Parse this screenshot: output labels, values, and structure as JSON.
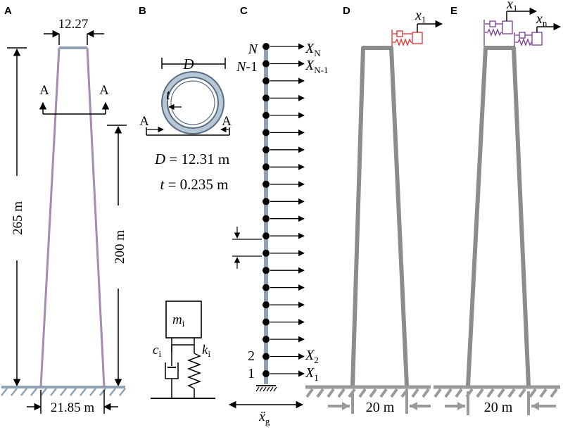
{
  "panels": {
    "a": {
      "letter": "A",
      "top_width": "12.27",
      "section_mark_left": "A",
      "section_mark_right": "A",
      "total_height": "265 m",
      "partial_height": "200 m",
      "base_width": "21.85 m"
    },
    "b": {
      "letter": "B",
      "diameter_symbol": "D",
      "thickness_symbol": "t",
      "section_mark_left": "A",
      "section_mark_right": "A",
      "diameter_eq_lhs": "D",
      "diameter_eq_rhs": " = 12.31 m",
      "thickness_eq_lhs": "t",
      "thickness_eq_rhs": " = 0.235 m",
      "mass_m": "m",
      "mass_sub": "i",
      "damper_c": "c",
      "damper_sub": "i",
      "spring_k": "k",
      "spring_sub": "i"
    },
    "c": {
      "letter": "C",
      "node_top_symbol": "N",
      "node_second_symbol": "N",
      "node_second_suffix": "-1",
      "node_2": "2",
      "node_1": "1",
      "force_top": "X",
      "force_top_sub": "N",
      "force_second": "X",
      "force_second_sub": "N-1",
      "force_2": "X",
      "force_2_sub": "2",
      "force_1": "X",
      "force_1_sub": "1",
      "ground_accel": "ẍ",
      "ground_accel_sub": "g"
    },
    "d": {
      "letter": "D",
      "disp_x": "x",
      "disp_sub": "1",
      "base_width": "20 m"
    },
    "e": {
      "letter": "E",
      "disp_1_x": "x",
      "disp_1_sub": "1",
      "disp_n_x": "x",
      "disp_n_sub": "n",
      "base_width": "20 m"
    }
  },
  "colors": {
    "tower_a": "#a58bb1",
    "tower_gray": "#8c8c8c",
    "ground": "#8fa3b5",
    "pipe": "#8fa3b5",
    "tmd_red": "#e03030",
    "tmd_purple": "#7a3a9a"
  }
}
